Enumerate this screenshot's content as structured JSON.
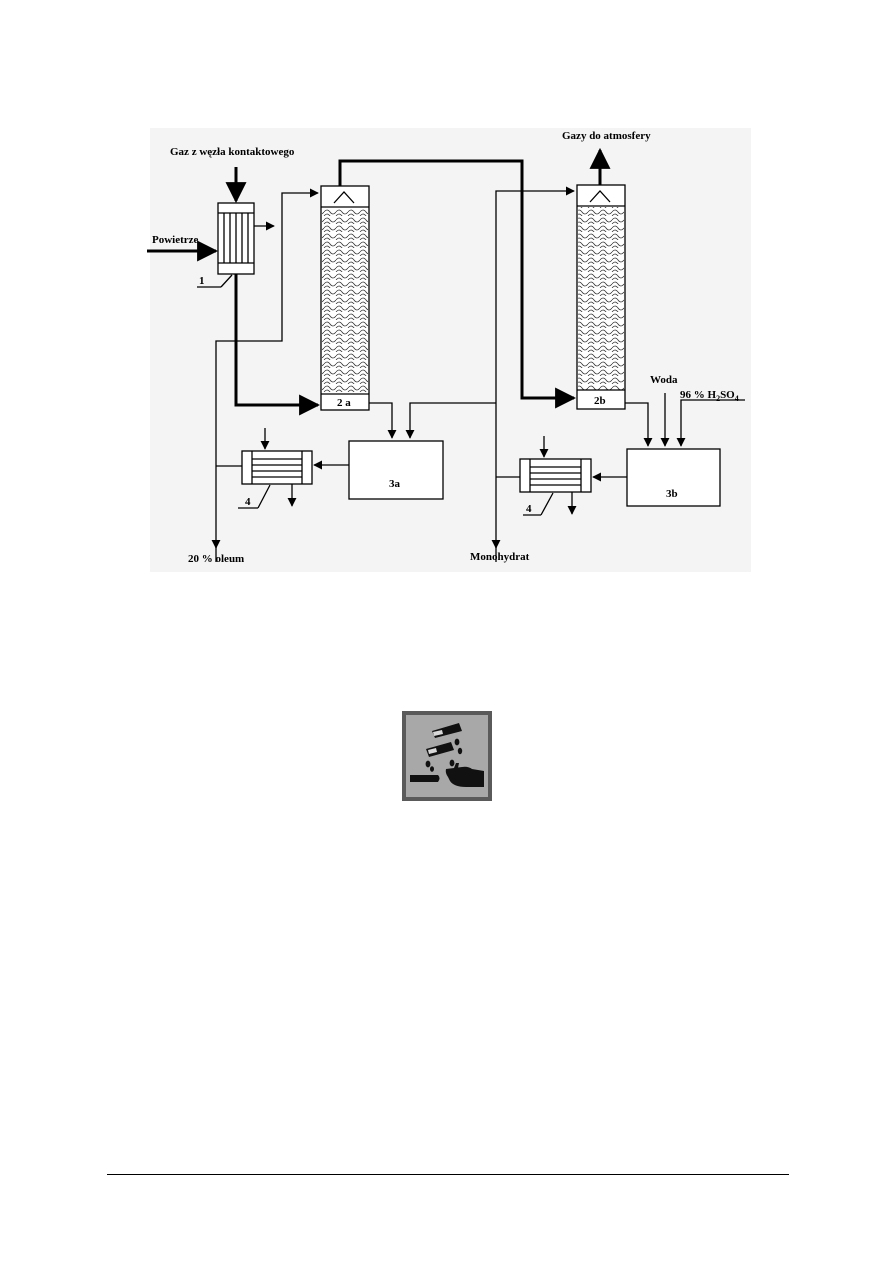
{
  "diagram": {
    "labels": {
      "gas_inlet": "Gaz z węzła kontaktowego",
      "air": "Powietrze",
      "exhaust": "Gazy do atmosfery",
      "water": "Woda",
      "acid_prefix": "96 % H",
      "acid_sub1": "2",
      "acid_mid": "SO",
      "acid_sub2": "4",
      "oleum": "20 % oleum",
      "monohydrate": "Monohydrat"
    },
    "units": {
      "exchanger": "1",
      "absorber_a": "2 a",
      "absorber_b": "2b",
      "tank_a": "3a",
      "tank_b": "3b",
      "cooler_a": "4",
      "cooler_b": "4"
    }
  },
  "icons": {
    "hazard": "corrosive-hazard-icon"
  },
  "colors": {
    "hazard_bg": "#a8a8a8",
    "hazard_border": "#5a5a5a",
    "hazard_fg": "#111111",
    "diagram_bg": "#f4f4f4"
  }
}
